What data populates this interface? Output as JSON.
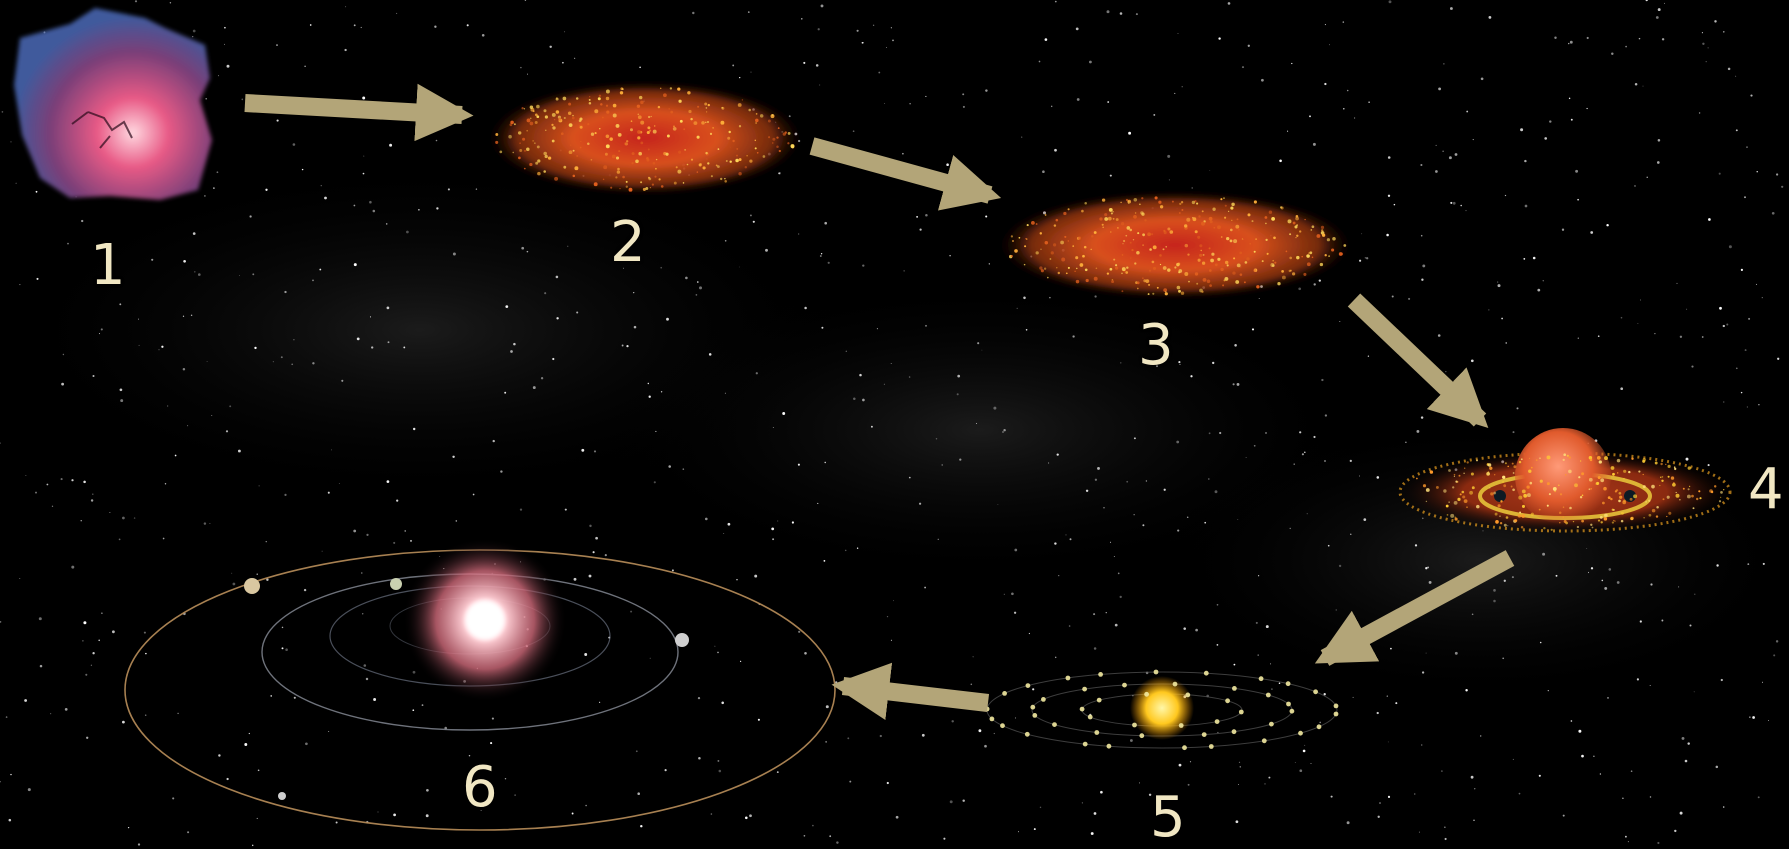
{
  "stages": [
    {
      "id": 1,
      "label": "1"
    },
    {
      "id": 2,
      "label": "2"
    },
    {
      "id": 3,
      "label": "3"
    },
    {
      "id": 4,
      "label": "4"
    },
    {
      "id": 5,
      "label": "5"
    },
    {
      "id": 6,
      "label": "6"
    }
  ],
  "colors": {
    "background": "#000000",
    "arrow": "#b3a578",
    "label": "#f1e7c3",
    "disk": "#d2521a",
    "sun": "#ffd23a",
    "orbit": "#b98e5a"
  }
}
